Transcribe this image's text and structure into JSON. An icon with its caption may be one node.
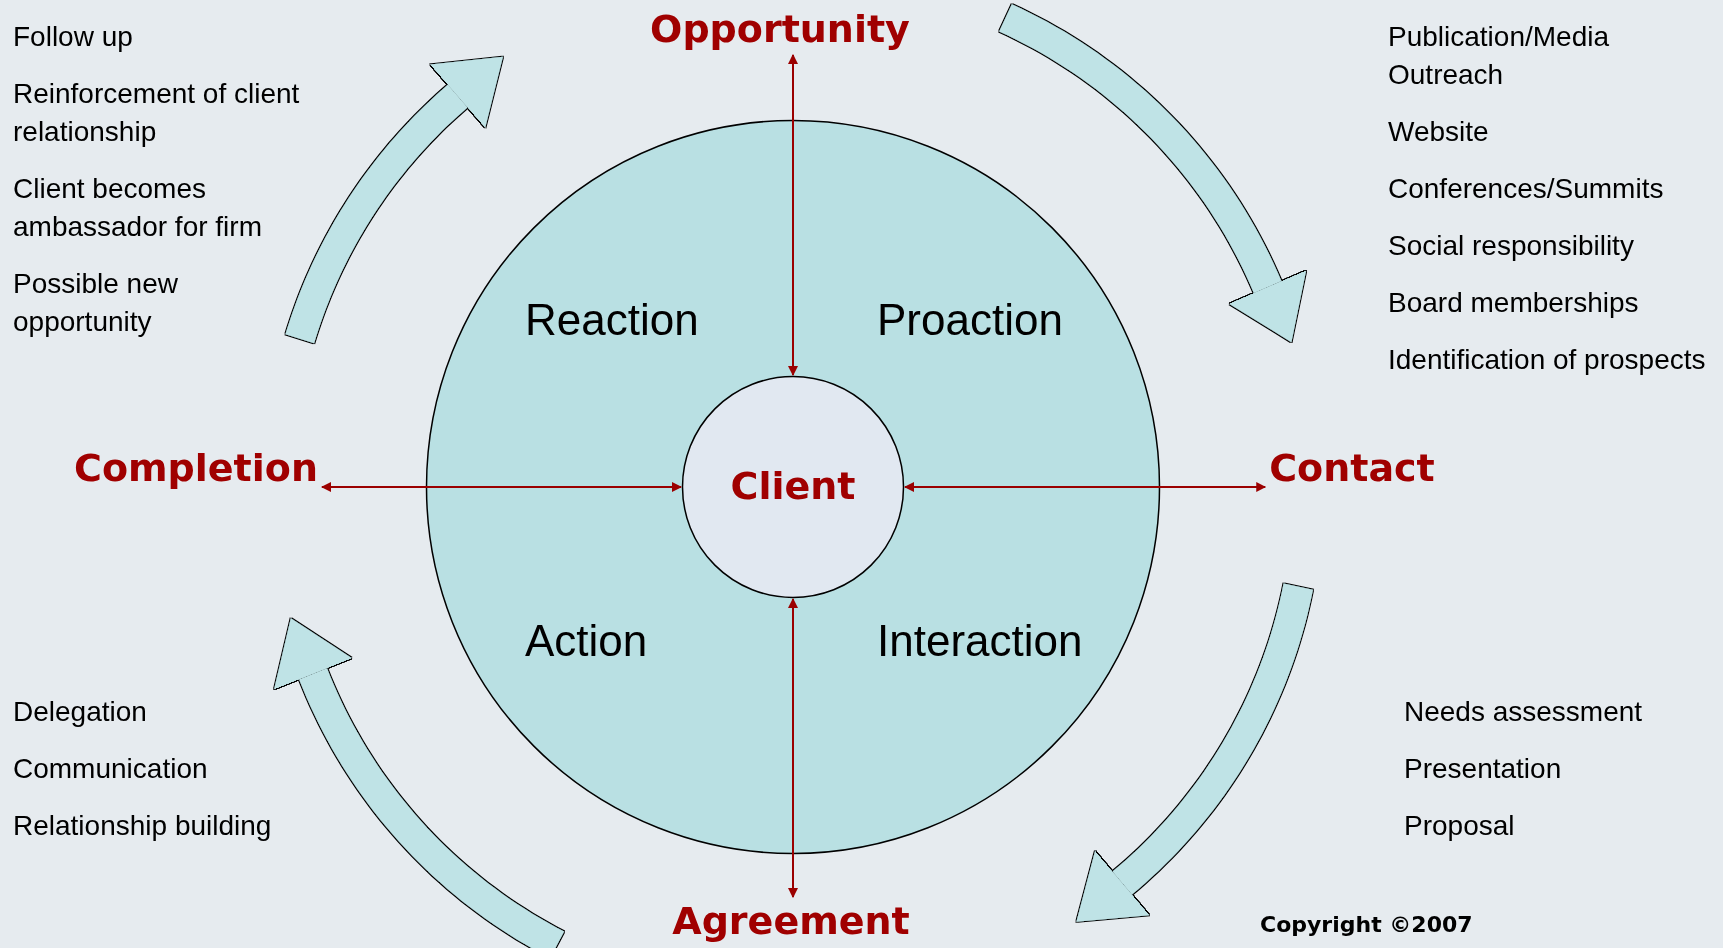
{
  "diagram": {
    "nodes": [
      {
        "text": [
          "Reaction",
          "Proaction",
          "Action",
          "Interaction"
        ]
      },
      {
        "text": [
          "Client"
        ],
        "in": 0
      },
      {
        "text": [
          "Opportunity"
        ]
      },
      {
        "text": [
          "Contact"
        ]
      },
      {
        "text": [
          "Agreement"
        ]
      },
      {
        "text": [
          "Completion"
        ]
      }
    ],
    "edges": [
      {
        "from": 1,
        "to": 2,
        "arrow": "both"
      },
      {
        "from": 1,
        "to": 3,
        "arrow": "both"
      },
      {
        "from": 1,
        "to": 4,
        "arrow": "both"
      },
      {
        "from": 1,
        "to": 5,
        "arrow": "both"
      },
      {
        "from": 5,
        "to": 2,
        "arrow": "to",
        "style": "thick",
        "color": "#bfe3e6"
      },
      {
        "from": 2,
        "to": 3,
        "arrow": "to",
        "style": "thick",
        "color": "#bfe3e6"
      },
      {
        "from": 3,
        "to": 4,
        "arrow": "to",
        "style": "thick",
        "color": "#bfe3e6"
      },
      {
        "from": 4,
        "to": 5,
        "arrow": "to",
        "style": "thick",
        "color": "#bfe3e6"
      }
    ],
    "labels": [
      "Follow up",
      "Reinforcement of client relationship",
      "Client becomes ambassador for firm",
      "Possible new opportunity",
      "Publication/Media Outreach",
      "Website",
      "Conferences/Summits",
      "Social responsibility",
      "Board memberships",
      "Identification of prospects",
      "Delegation",
      "Communication",
      "Relationship building",
      "Needs assessment",
      "Presentation",
      "Proposal",
      "Copyright ©2007"
    ]
  }
}
